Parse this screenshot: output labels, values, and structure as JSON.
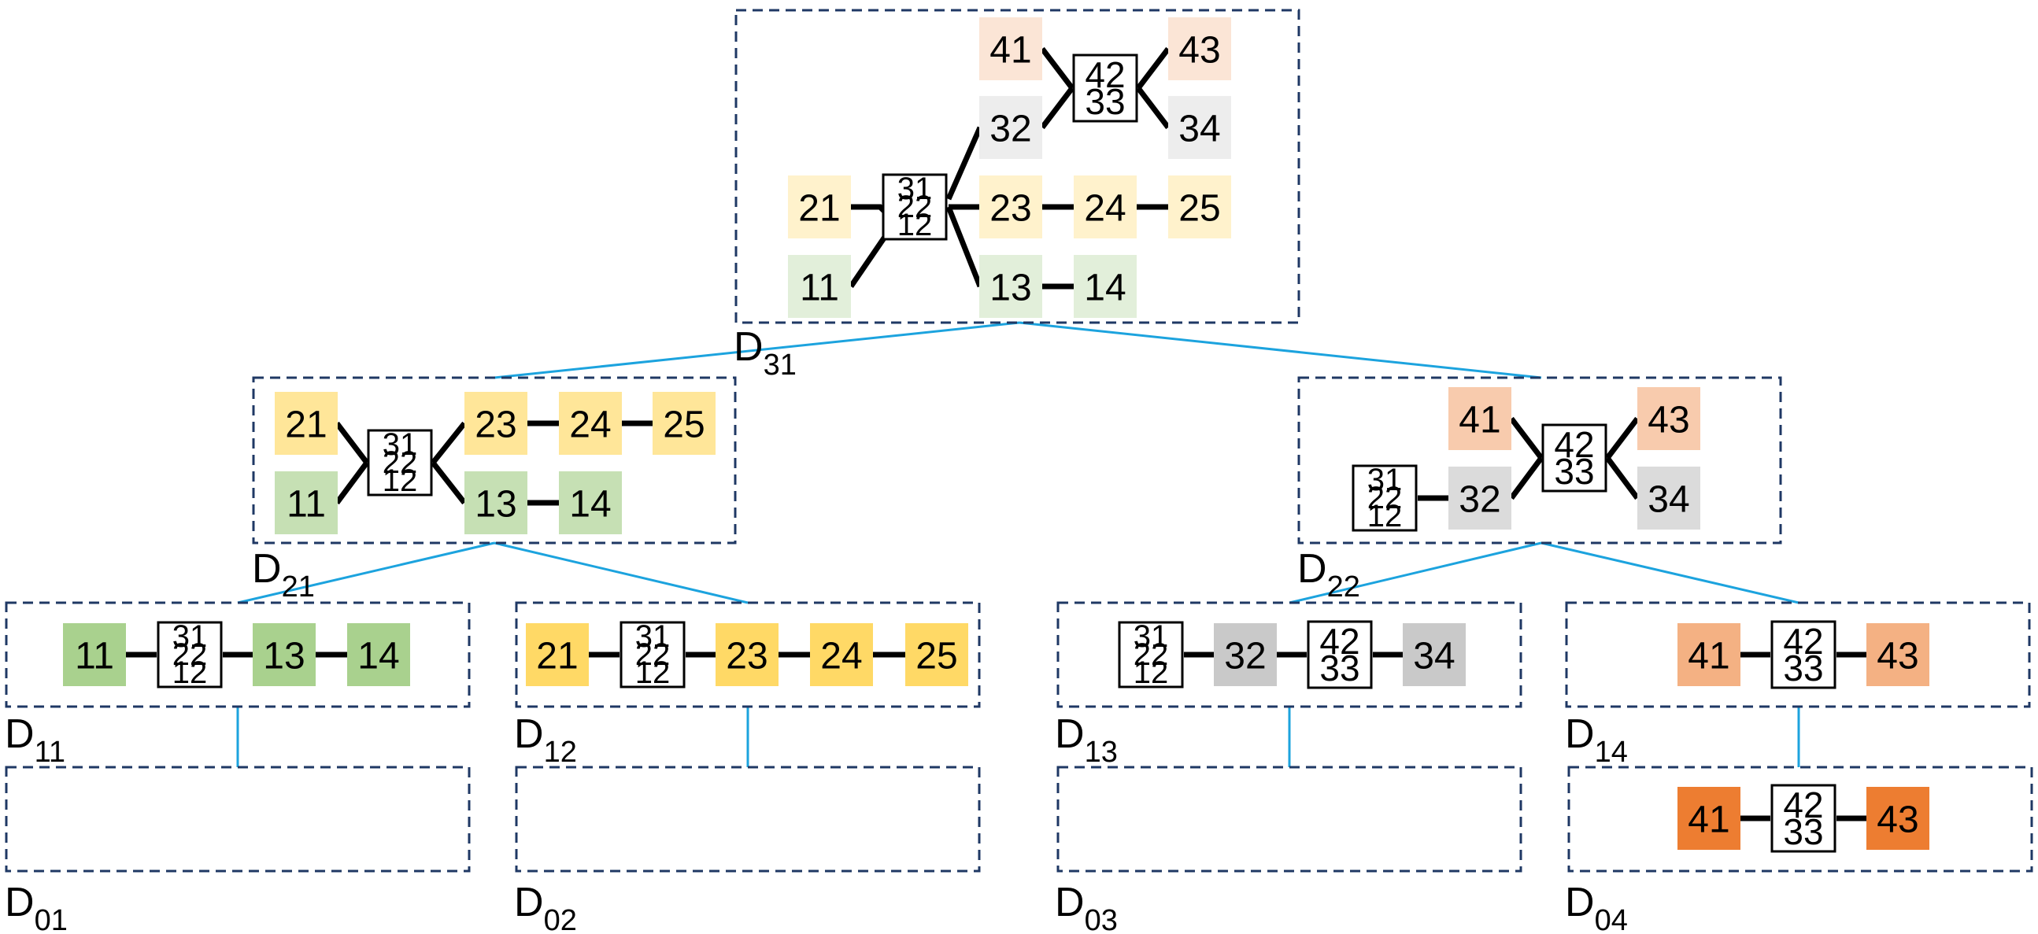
{
  "colors": {
    "frame": "#1F3864",
    "connector": "#1CA3DE",
    "edge": "#000000",
    "group_light": {
      "1": "#E2EFDA",
      "2": "#FFF2CC",
      "3": "#EDEDED",
      "4": "#FBE5D6"
    },
    "group_mid": {
      "1": "#C6E0B4",
      "2": "#FFE699",
      "3": "#DBDBDB",
      "4": "#F8CBAD"
    },
    "group_full": {
      "1": "#A9D18E",
      "2": "#FFD966",
      "3": "#C9C9C9",
      "4": "#F4B183"
    },
    "group_deep": {
      "4": "#ED7D31"
    }
  },
  "merged_nodes": {
    "a": [
      "31",
      "22",
      "12"
    ],
    "b": [
      "42",
      "33"
    ]
  },
  "panels": [
    {
      "id": "D31",
      "label_main": "D",
      "label_sub": "31",
      "nodes": [
        {
          "id": "41",
          "label": "41",
          "group": "4",
          "shade": "light"
        },
        {
          "id": "43",
          "label": "43",
          "group": "4",
          "shade": "light"
        },
        {
          "id": "32",
          "label": "32",
          "group": "3",
          "shade": "light"
        },
        {
          "id": "34",
          "label": "34",
          "group": "3",
          "shade": "light"
        },
        {
          "id": "21",
          "label": "21",
          "group": "2",
          "shade": "light"
        },
        {
          "id": "23",
          "label": "23",
          "group": "2",
          "shade": "light"
        },
        {
          "id": "24",
          "label": "24",
          "group": "2",
          "shade": "light"
        },
        {
          "id": "25",
          "label": "25",
          "group": "2",
          "shade": "light"
        },
        {
          "id": "11",
          "label": "11",
          "group": "1",
          "shade": "light"
        },
        {
          "id": "13",
          "label": "13",
          "group": "1",
          "shade": "light"
        },
        {
          "id": "14",
          "label": "14",
          "group": "1",
          "shade": "light"
        },
        {
          "id": "A",
          "merged": "a"
        },
        {
          "id": "B",
          "merged": "b"
        }
      ],
      "edges": [
        [
          "41",
          "B"
        ],
        [
          "B",
          "43"
        ],
        [
          "32",
          "B"
        ],
        [
          "B",
          "34"
        ],
        [
          "A",
          "32"
        ],
        [
          "21",
          "A"
        ],
        [
          "11",
          "A"
        ],
        [
          "A",
          "23"
        ],
        [
          "23",
          "24"
        ],
        [
          "24",
          "25"
        ],
        [
          "A",
          "13"
        ],
        [
          "13",
          "14"
        ]
      ]
    },
    {
      "id": "D21",
      "label_main": "D",
      "label_sub": "21",
      "nodes": [
        {
          "id": "21",
          "label": "21",
          "group": "2",
          "shade": "mid"
        },
        {
          "id": "23",
          "label": "23",
          "group": "2",
          "shade": "mid"
        },
        {
          "id": "24",
          "label": "24",
          "group": "2",
          "shade": "mid"
        },
        {
          "id": "25",
          "label": "25",
          "group": "2",
          "shade": "mid"
        },
        {
          "id": "11",
          "label": "11",
          "group": "1",
          "shade": "mid"
        },
        {
          "id": "13",
          "label": "13",
          "group": "1",
          "shade": "mid"
        },
        {
          "id": "14",
          "label": "14",
          "group": "1",
          "shade": "mid"
        },
        {
          "id": "A",
          "merged": "a"
        }
      ],
      "edges": [
        [
          "21",
          "A"
        ],
        [
          "11",
          "A"
        ],
        [
          "A",
          "23"
        ],
        [
          "23",
          "24"
        ],
        [
          "24",
          "25"
        ],
        [
          "A",
          "13"
        ],
        [
          "13",
          "14"
        ]
      ]
    },
    {
      "id": "D22",
      "label_main": "D",
      "label_sub": "22",
      "nodes": [
        {
          "id": "41",
          "label": "41",
          "group": "4",
          "shade": "mid"
        },
        {
          "id": "43",
          "label": "43",
          "group": "4",
          "shade": "mid"
        },
        {
          "id": "32",
          "label": "32",
          "group": "3",
          "shade": "mid"
        },
        {
          "id": "34",
          "label": "34",
          "group": "3",
          "shade": "mid"
        },
        {
          "id": "A",
          "merged": "a"
        },
        {
          "id": "B",
          "merged": "b"
        }
      ],
      "edges": [
        [
          "41",
          "B"
        ],
        [
          "B",
          "43"
        ],
        [
          "32",
          "B"
        ],
        [
          "B",
          "34"
        ],
        [
          "A",
          "32"
        ]
      ]
    },
    {
      "id": "D11",
      "label_main": "D",
      "label_sub": "11",
      "nodes": [
        {
          "id": "11",
          "label": "11",
          "group": "1",
          "shade": "full"
        },
        {
          "id": "A",
          "merged": "a"
        },
        {
          "id": "13",
          "label": "13",
          "group": "1",
          "shade": "full"
        },
        {
          "id": "14",
          "label": "14",
          "group": "1",
          "shade": "full"
        }
      ],
      "edges": [
        [
          "11",
          "A"
        ],
        [
          "A",
          "13"
        ],
        [
          "13",
          "14"
        ]
      ]
    },
    {
      "id": "D12",
      "label_main": "D",
      "label_sub": "12",
      "nodes": [
        {
          "id": "21",
          "label": "21",
          "group": "2",
          "shade": "full"
        },
        {
          "id": "A",
          "merged": "a"
        },
        {
          "id": "23",
          "label": "23",
          "group": "2",
          "shade": "full"
        },
        {
          "id": "24",
          "label": "24",
          "group": "2",
          "shade": "full"
        },
        {
          "id": "25",
          "label": "25",
          "group": "2",
          "shade": "full"
        }
      ],
      "edges": [
        [
          "21",
          "A"
        ],
        [
          "A",
          "23"
        ],
        [
          "23",
          "24"
        ],
        [
          "24",
          "25"
        ]
      ]
    },
    {
      "id": "D13",
      "label_main": "D",
      "label_sub": "13",
      "nodes": [
        {
          "id": "A",
          "merged": "a"
        },
        {
          "id": "32",
          "label": "32",
          "group": "3",
          "shade": "full"
        },
        {
          "id": "B",
          "merged": "b"
        },
        {
          "id": "34",
          "label": "34",
          "group": "3",
          "shade": "full"
        }
      ],
      "edges": [
        [
          "A",
          "32"
        ],
        [
          "32",
          "B"
        ],
        [
          "B",
          "34"
        ]
      ]
    },
    {
      "id": "D14",
      "label_main": "D",
      "label_sub": "14",
      "nodes": [
        {
          "id": "41",
          "label": "41",
          "group": "4",
          "shade": "full"
        },
        {
          "id": "B",
          "merged": "b"
        },
        {
          "id": "43",
          "label": "43",
          "group": "4",
          "shade": "full"
        }
      ],
      "edges": [
        [
          "41",
          "B"
        ],
        [
          "B",
          "43"
        ]
      ]
    },
    {
      "id": "D01",
      "label_main": "D",
      "label_sub": "01",
      "nodes": [],
      "edges": []
    },
    {
      "id": "D02",
      "label_main": "D",
      "label_sub": "02",
      "nodes": [],
      "edges": []
    },
    {
      "id": "D03",
      "label_main": "D",
      "label_sub": "03",
      "nodes": [],
      "edges": []
    },
    {
      "id": "D04",
      "label_main": "D",
      "label_sub": "04",
      "nodes": [
        {
          "id": "41",
          "label": "41",
          "group": "4",
          "shade": "deep"
        },
        {
          "id": "B",
          "merged": "b"
        },
        {
          "id": "43",
          "label": "43",
          "group": "4",
          "shade": "deep"
        }
      ],
      "edges": [
        [
          "41",
          "B"
        ],
        [
          "B",
          "43"
        ]
      ]
    }
  ],
  "hierarchy": [
    [
      "D31",
      "D21"
    ],
    [
      "D31",
      "D22"
    ],
    [
      "D21",
      "D11"
    ],
    [
      "D21",
      "D12"
    ],
    [
      "D22",
      "D13"
    ],
    [
      "D22",
      "D14"
    ],
    [
      "D11",
      "D01"
    ],
    [
      "D12",
      "D02"
    ],
    [
      "D13",
      "D03"
    ],
    [
      "D14",
      "D04"
    ]
  ]
}
